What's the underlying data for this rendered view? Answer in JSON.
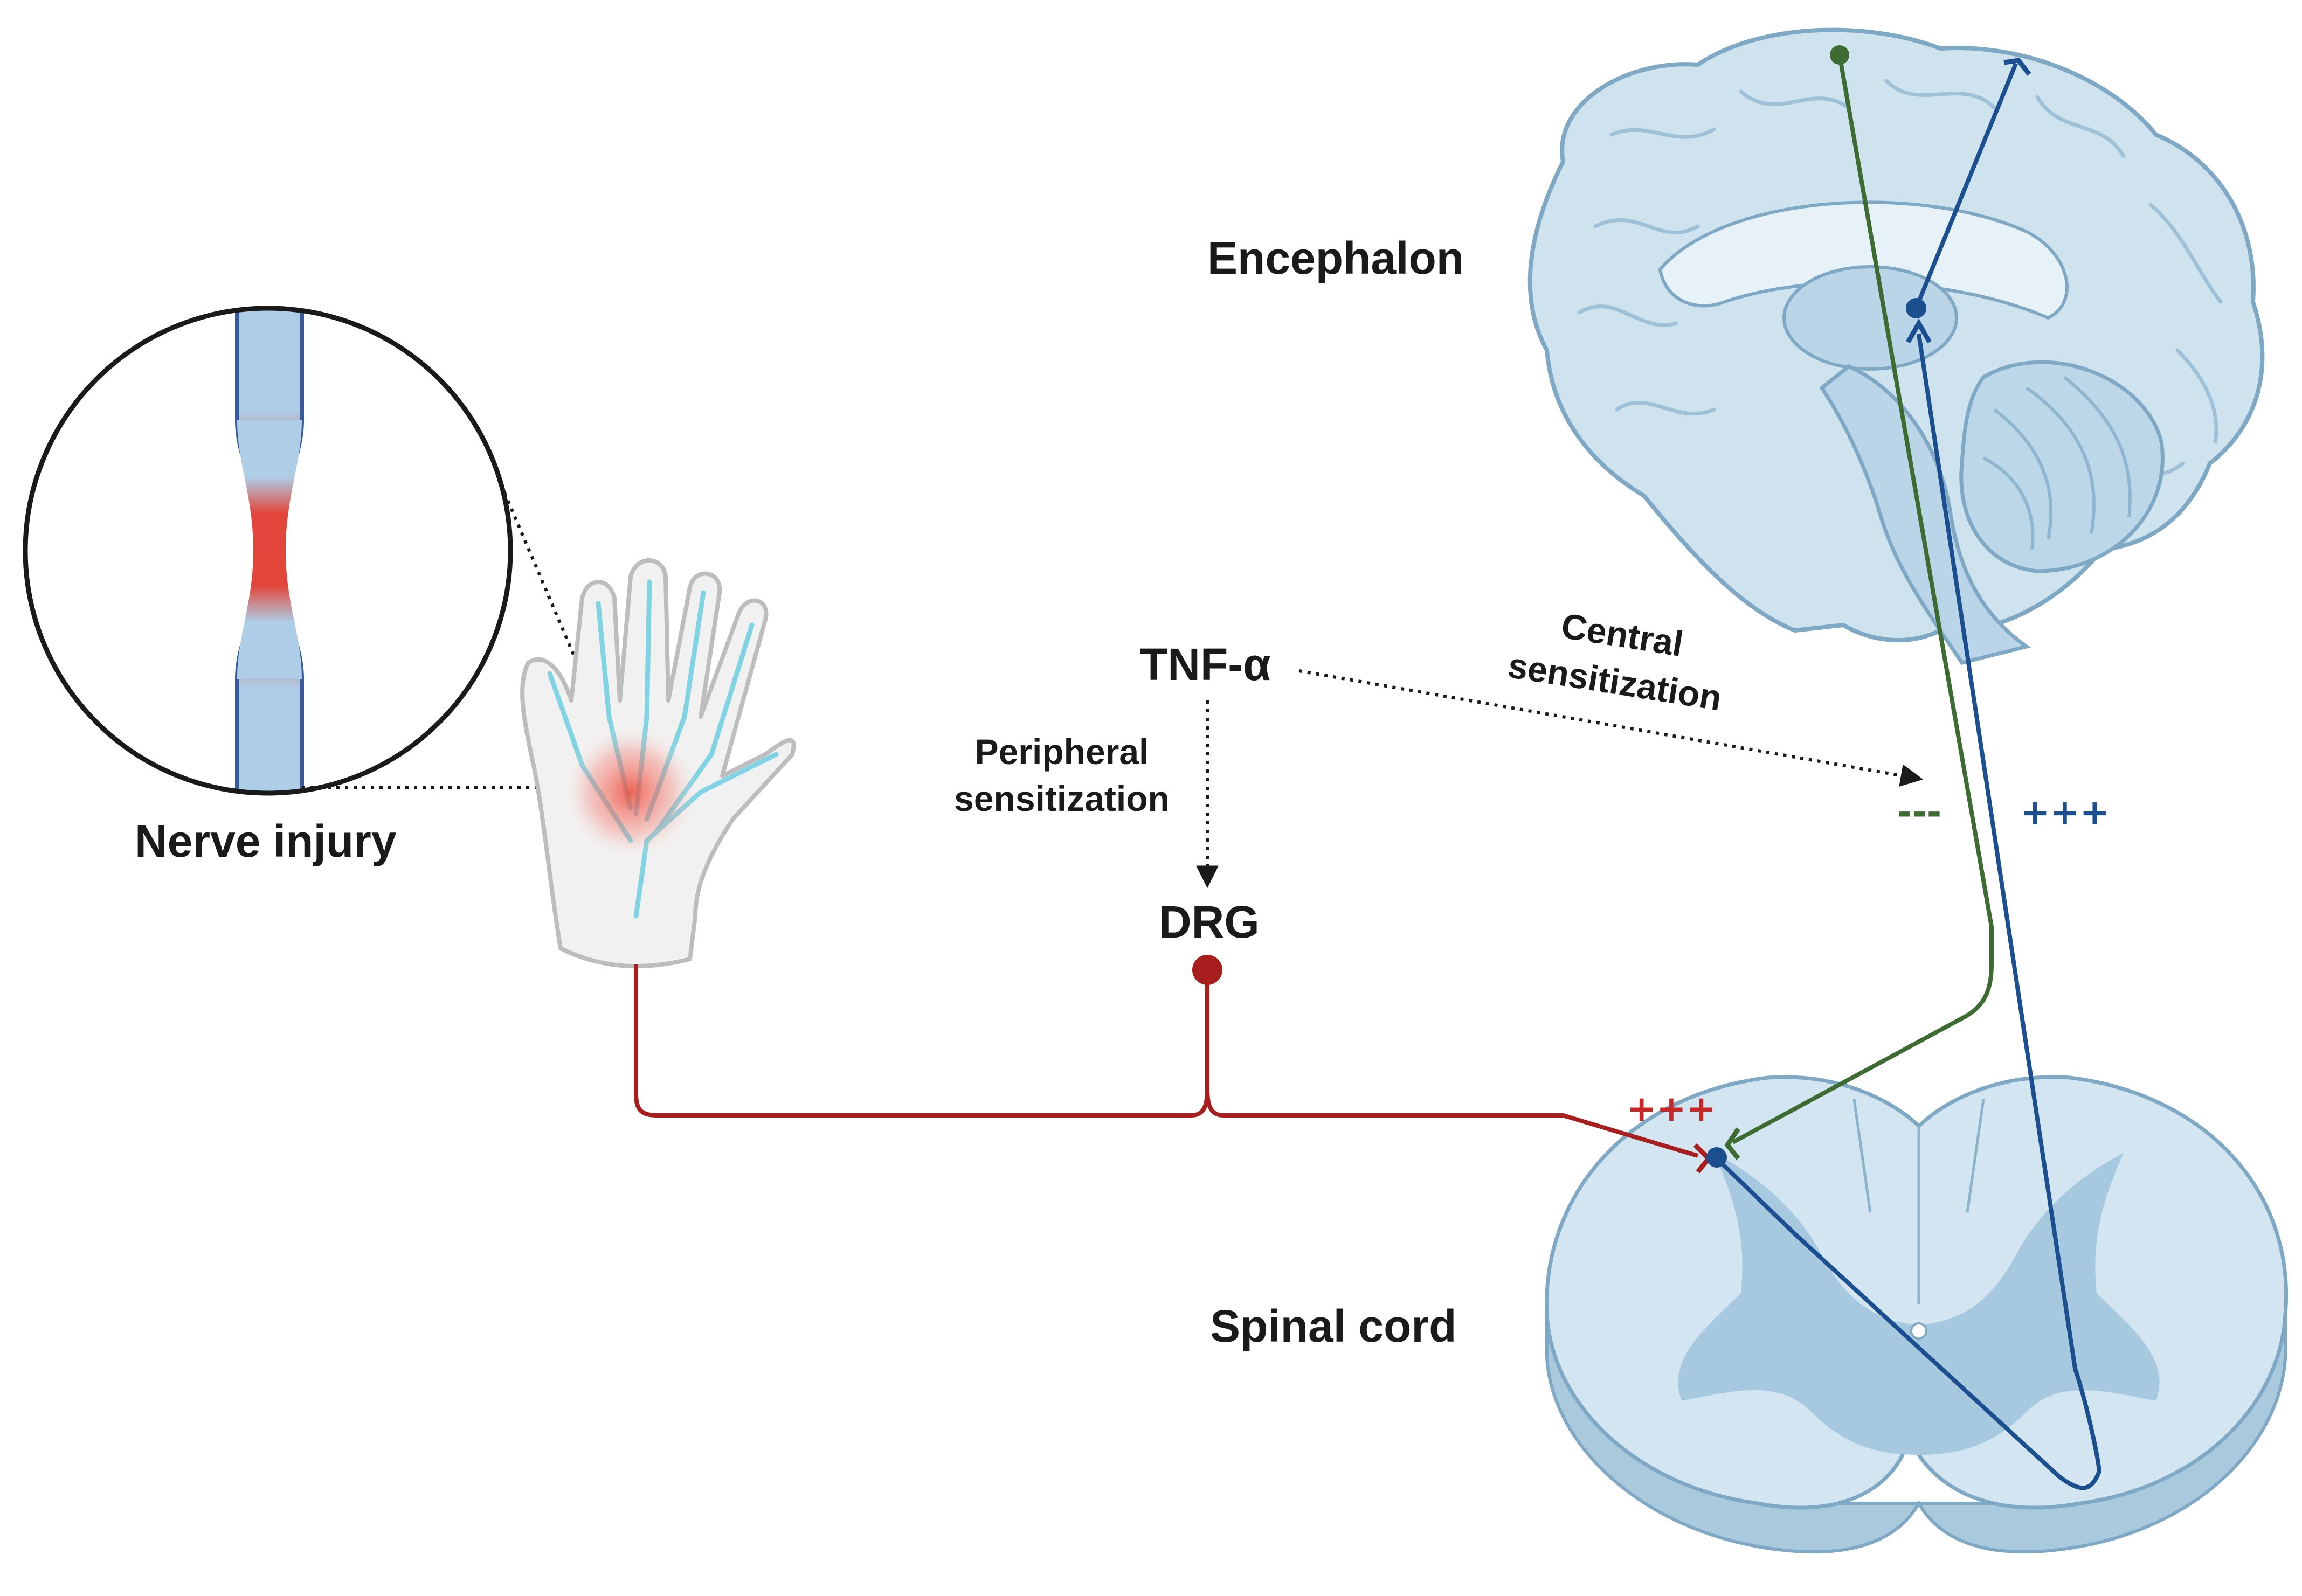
{
  "labels": {
    "encephalon": "Encephalon",
    "spinal_cord": "Spinal cord",
    "nerve_injury": "Nerve injury",
    "tnf": "TNF-α",
    "peripheral_line1": "Peripheral",
    "peripheral_line2": "sensitization",
    "central_line1": "Central",
    "central_line2": "sensitization",
    "drg": "DRG",
    "minus_sign": "---",
    "plus_blue": "+++",
    "plus_red": "+++"
  },
  "colors": {
    "nerve_red": "#a81e1e",
    "descending_green": "#3d6b32",
    "ascending_blue": "#1b4f8f",
    "tissue_blue": "#cfe3ef",
    "tissue_outline": "#7fa8c4",
    "injury_red": "#e2463a",
    "text": "#1a1a1a"
  },
  "icons": [
    "brain-icon",
    "spinal-cord-icon",
    "hand-icon",
    "nerve-zoom-icon"
  ]
}
